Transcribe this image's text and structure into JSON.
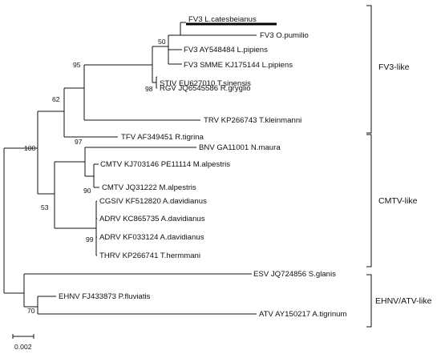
{
  "tree": {
    "taxa": [
      "FV3 L.catesbeianus",
      "FV3 O.pumilio",
      "FV3 AY548484 L.pipiens",
      "FV3 SMME KJ175144 L.pipiens",
      "STIV EU627010 T.sinensis",
      "RGV JQ6545586 R.gryglio",
      "TRV KP266743 T.kleinmanni",
      "TFV AF349451 R.tigrina",
      "BNV GA11001 N.maura",
      "CMTV KJ703146 PE11114 M.alpestris",
      "CMTV JQ31222 M.alpestris",
      "CGSIV KF512820 A.davidianus",
      "ADRV KC865735 A.davidianus",
      "ADRV KF033124 A.davidianus",
      "THRV KP266741 T.hermmani",
      "ESV JQ724856 S.glanis",
      "EHNV FJ433873 P.fluviatis",
      "ATV AY150217 A.tigrinum"
    ],
    "highlighted_taxon": "FV3 L.catesbeianus",
    "bootstrap": [
      "50",
      "95",
      "98",
      "62",
      "100",
      "97",
      "90",
      "53",
      "99",
      "70"
    ],
    "groups": [
      "FV3-like",
      "CMTV-like",
      "EHNV/ATV-like"
    ],
    "scale_bar": "0.002"
  }
}
